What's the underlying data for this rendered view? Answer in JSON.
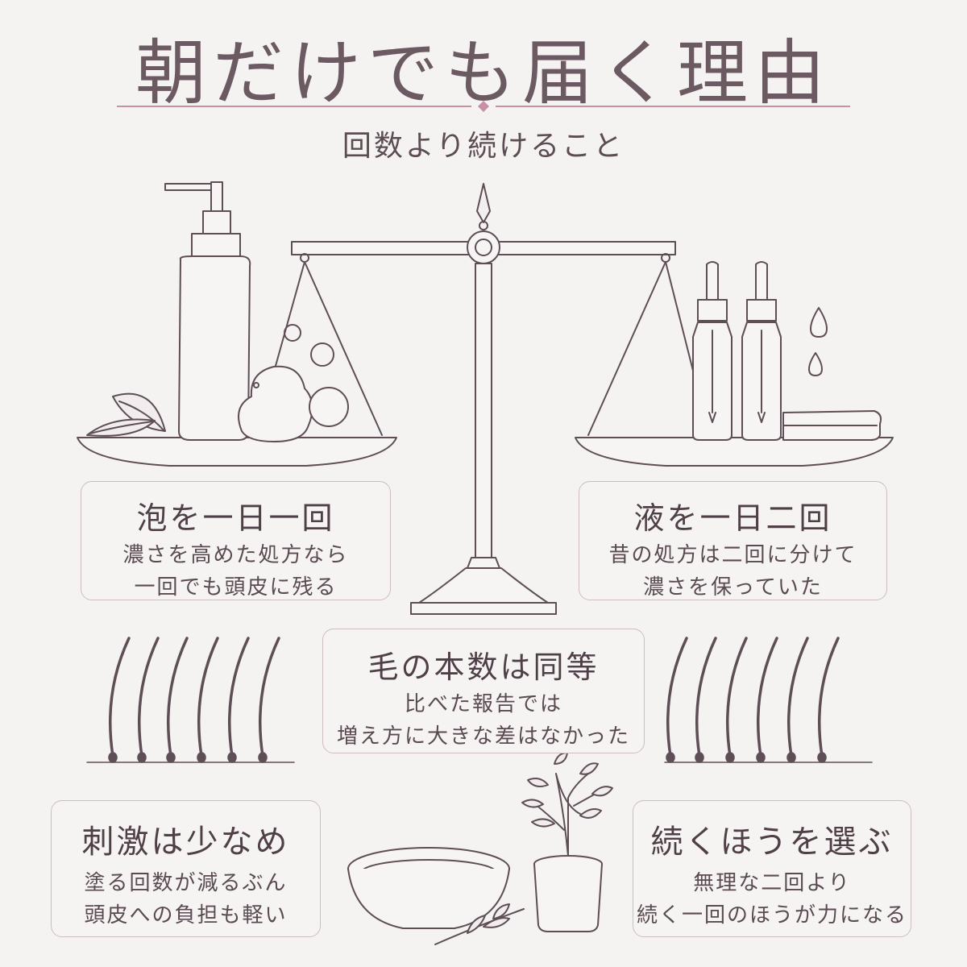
{
  "header": {
    "title": "朝だけでも届く理由",
    "subtitle": "回数より続けること"
  },
  "cards": {
    "foam": {
      "heading": "泡を一日一回",
      "lines": [
        "濃さを高めた処方なら",
        "一回でも頭皮に残る"
      ]
    },
    "liquid": {
      "heading": "液を一日二回",
      "lines": [
        "昔の処方は二回に分けて",
        "濃さを保っていた"
      ]
    },
    "hair": {
      "heading": "毛の本数は同等",
      "lines": [
        "比べた報告では",
        "増え方に大きな差はなかった"
      ]
    },
    "irritation": {
      "heading": "刺激は少なめ",
      "lines": [
        "塗る回数が減るぶん",
        "頭皮への負担も軽い"
      ]
    },
    "choose": {
      "heading": "続くほうを選ぶ",
      "lines": [
        "無理な二回より",
        "続く一回のほうが力になる"
      ]
    }
  },
  "colors": {
    "background": "#f5f3f2",
    "line": "#5e4e56",
    "accent": "#c98fa6",
    "text": "#5a4a52"
  },
  "icons": [
    "scale-icon",
    "pump-bottle-icon",
    "foam-icon",
    "leaf-icon",
    "dropper-bottle-icon",
    "droplet-icon",
    "towel-icon",
    "hair-icon",
    "bowl-icon",
    "plant-icon",
    "sprig-icon"
  ]
}
